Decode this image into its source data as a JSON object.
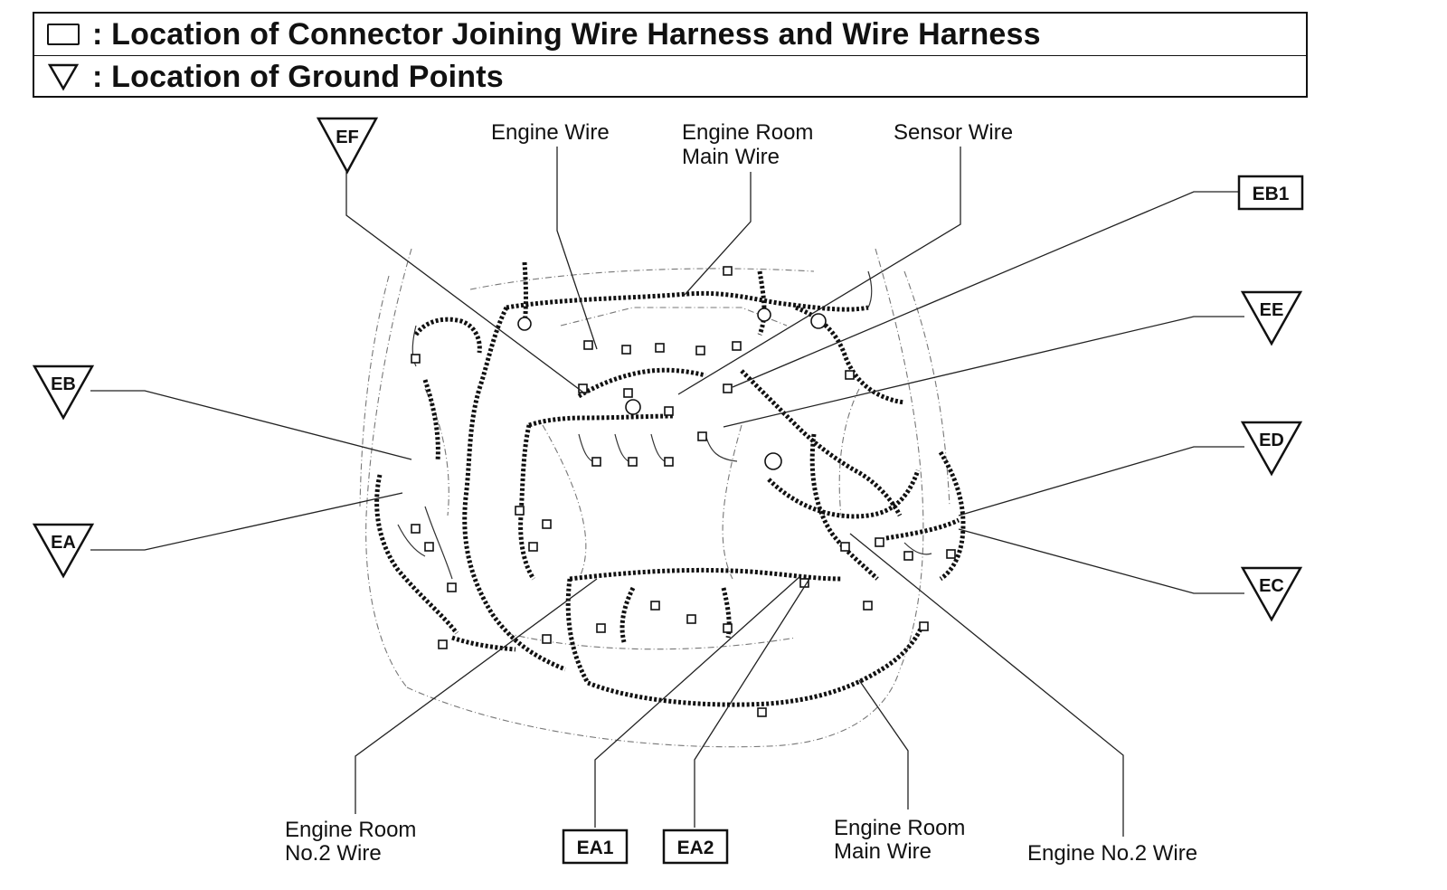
{
  "legend": {
    "connector_text": ": Location of Connector Joining Wire Harness and Wire Harness",
    "ground_text": ": Location of Ground Points"
  },
  "labels": {
    "engine_wire": "Engine Wire",
    "engine_room_main_top_l1": "Engine Room",
    "engine_room_main_top_l2": "Main Wire",
    "sensor_wire": "Sensor Wire",
    "engine_room_no2_l1": "Engine Room",
    "engine_room_no2_l2": "No.2 Wire",
    "engine_room_main_bottom_l1": "Engine Room",
    "engine_room_main_bottom_l2": "Main Wire",
    "engine_no2_wire": "Engine No.2 Wire"
  },
  "connectors": {
    "eb1": "EB1",
    "ea1": "EA1",
    "ea2": "EA2"
  },
  "grounds": {
    "ef": "EF",
    "eb": "EB",
    "ea": "EA",
    "ee": "EE",
    "ed": "ED",
    "ec": "EC"
  }
}
